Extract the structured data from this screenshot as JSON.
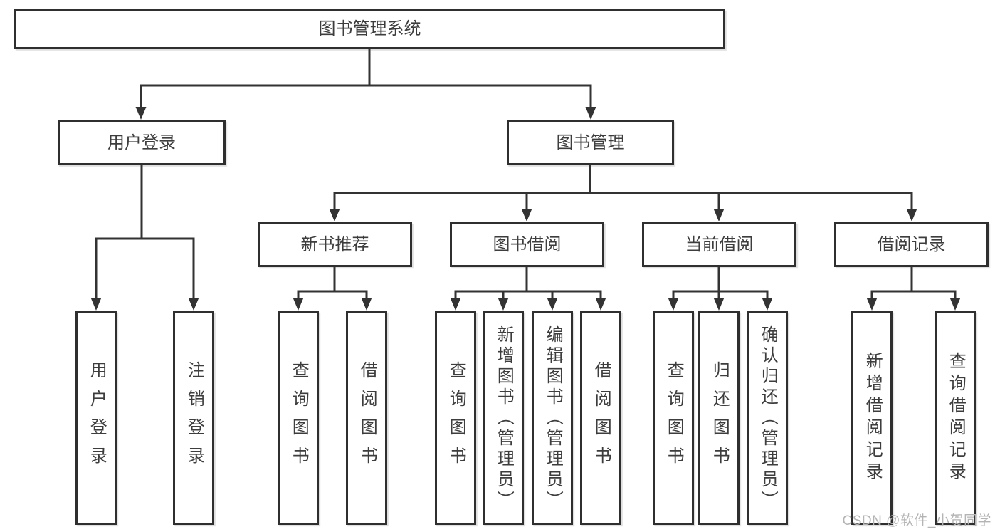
{
  "diagram_type": "hierarchy-tree",
  "colors": {
    "background": "#ffffff",
    "line": "#333333",
    "box_border": "#2f2f2f",
    "text": "#3d3d3d",
    "watermark_text": "#b4b4b4"
  },
  "watermark": "CSDN @软件_小贺同学",
  "tree": {
    "label": "图书管理系统",
    "children": [
      {
        "label": "用户登录",
        "children": [
          {
            "label": "用户登录"
          },
          {
            "label": "注销登录"
          }
        ]
      },
      {
        "label": "图书管理",
        "children": [
          {
            "label": "新书推荐",
            "children": [
              {
                "label": "查询图书"
              },
              {
                "label": "借阅图书"
              }
            ]
          },
          {
            "label": "图书借阅",
            "children": [
              {
                "label": "查询图书"
              },
              {
                "label": "新增图书（管理员）"
              },
              {
                "label": "编辑图书（管理员）"
              },
              {
                "label": "借阅图书"
              }
            ]
          },
          {
            "label": "当前借阅",
            "children": [
              {
                "label": "查询图书"
              },
              {
                "label": "归还图书"
              },
              {
                "label": "确认归还（管理员）"
              }
            ]
          },
          {
            "label": "借阅记录",
            "children": [
              {
                "label": "新增借阅记录"
              },
              {
                "label": "查询借阅记录"
              }
            ]
          }
        ]
      }
    ]
  }
}
